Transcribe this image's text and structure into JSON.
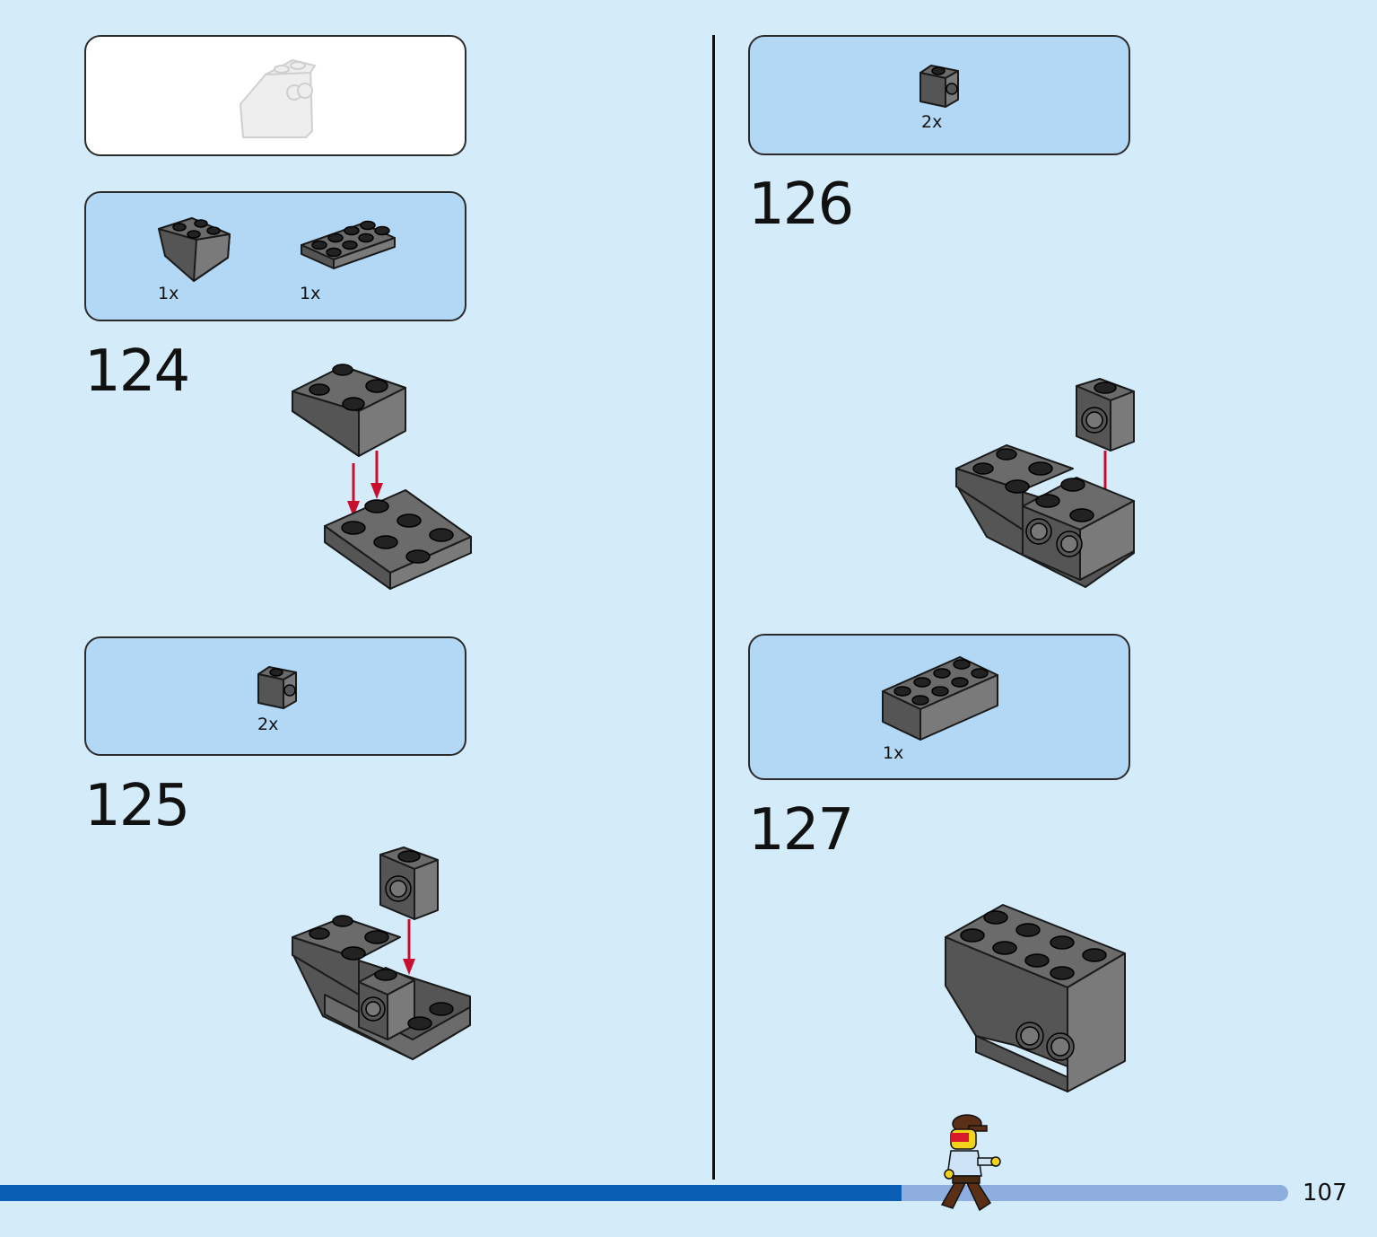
{
  "page_number": "107",
  "steps": [
    {
      "number": "124",
      "parts": [
        {
          "qty": "1x"
        },
        {
          "qty": "1x"
        }
      ]
    },
    {
      "number": "125",
      "parts": [
        {
          "qty": "2x"
        }
      ]
    },
    {
      "number": "126",
      "parts": [
        {
          "qty": "2x"
        }
      ]
    },
    {
      "number": "127",
      "parts": [
        {
          "qty": "1x"
        }
      ]
    }
  ],
  "colors": {
    "background": "#d4ebfa",
    "parts_box": "#b3d8f5",
    "brick": "#6b6b6b",
    "arrow": "#c8102e",
    "progress_done": "#0a5fb4",
    "progress_remaining": "#8faee0"
  },
  "progress": {
    "fraction_complete": 0.7
  }
}
